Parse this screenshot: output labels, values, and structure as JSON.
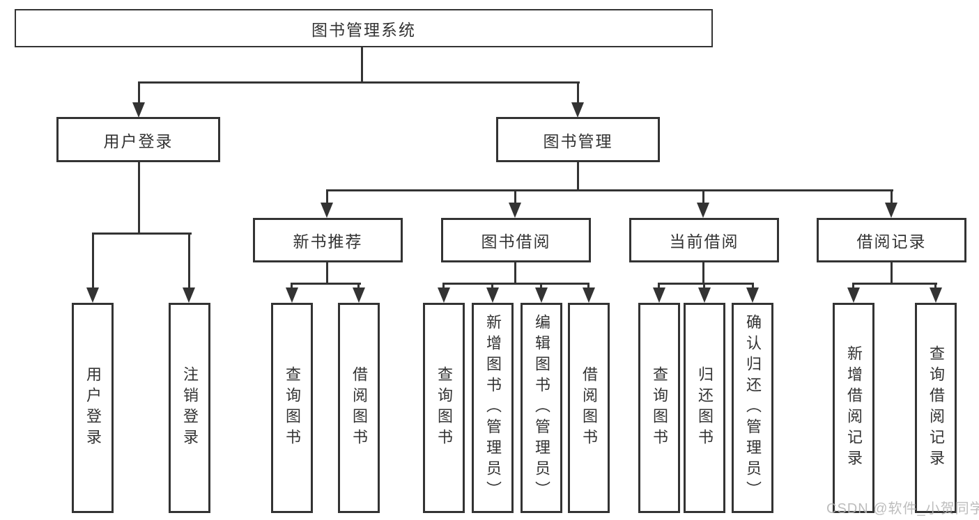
{
  "diagram_type": "hierarchy-tree",
  "tree": {
    "label": "图书管理系统",
    "children": [
      {
        "label": "用户登录",
        "children": [
          {
            "label": "用户登录"
          },
          {
            "label": "注销登录"
          }
        ]
      },
      {
        "label": "图书管理",
        "children": [
          {
            "label": "新书推荐",
            "children": [
              {
                "label": "查询图书"
              },
              {
                "label": "借阅图书"
              }
            ]
          },
          {
            "label": "图书借阅",
            "children": [
              {
                "label": "查询图书"
              },
              {
                "label": "新增图书（管理员）"
              },
              {
                "label": "编辑图书（管理员）"
              },
              {
                "label": "借阅图书"
              }
            ]
          },
          {
            "label": "当前借阅",
            "children": [
              {
                "label": "查询图书"
              },
              {
                "label": "归还图书"
              },
              {
                "label": "确认归还（管理员）"
              }
            ]
          },
          {
            "label": "借阅记录",
            "children": [
              {
                "label": "新增借阅记录"
              },
              {
                "label": "查询借阅记录"
              }
            ]
          }
        ]
      }
    ]
  },
  "watermark": {
    "text": "CSDN @软件_小贺同学"
  },
  "colors": {
    "line": "#333333",
    "text": "#333333",
    "background": "#ffffff",
    "watermark": "#b4b4b4"
  }
}
